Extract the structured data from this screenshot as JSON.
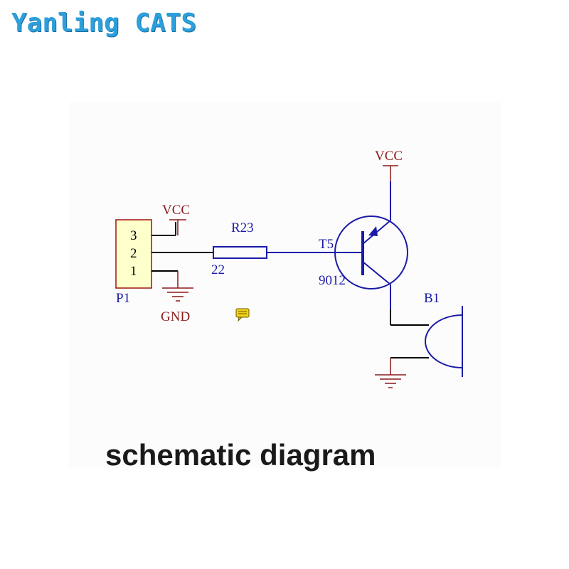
{
  "brand": {
    "text": "Yanling CATS",
    "color": "#2c9fdc"
  },
  "caption": "schematic diagram",
  "colors": {
    "wire": "#00007f",
    "power": "#8b1a1a",
    "component": "#1a1aa8",
    "connector_fill": "#ffffcc",
    "connector_border": "#a01010"
  },
  "labels": {
    "vcc_connector": "VCC",
    "vcc_transistor": "VCC",
    "gnd": "GND",
    "connector_ref": "P1",
    "pin3": "3",
    "pin2": "2",
    "pin1": "1",
    "resistor_ref": "R23",
    "resistor_value": "22",
    "transistor_ref": "T5",
    "transistor_value": "9012",
    "buzzer_ref": "B1"
  },
  "icons": {
    "note": "note-comment-icon"
  }
}
